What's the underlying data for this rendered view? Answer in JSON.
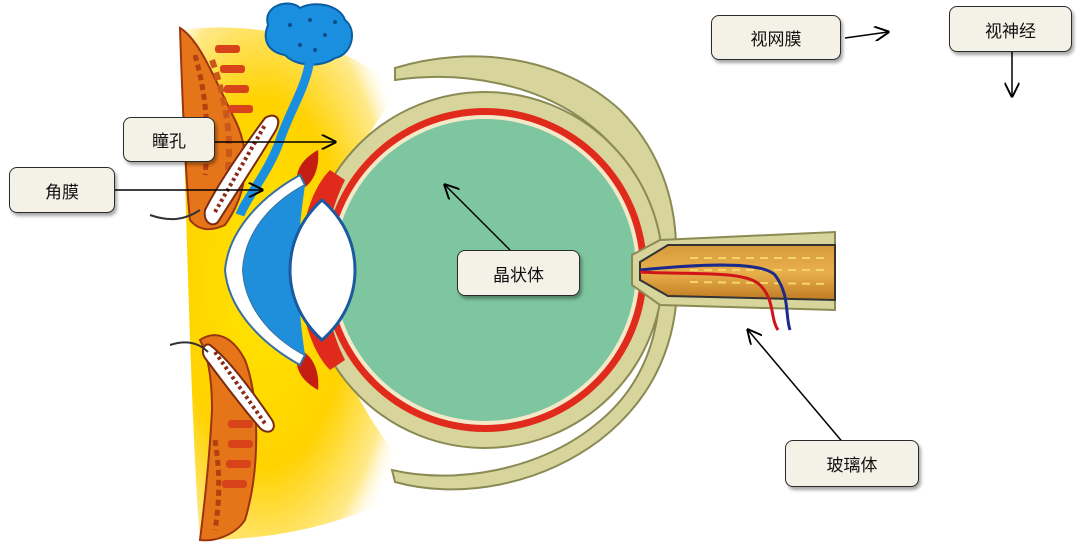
{
  "labels": {
    "retina": "视网膜",
    "optic_nerve": "视神经",
    "pupil": "瞳孔",
    "cornea": "角膜",
    "lens": "晶状体",
    "vitreous": "玻璃体"
  },
  "colors": {
    "sclera": "#d8d59c",
    "sclera_stroke": "#8a8a55",
    "choroid_red": "#e02a1c",
    "vitreous_green": "#7dc6a0",
    "cornea_blue": "#1f8fdc",
    "glow_yellow": "#ffd800",
    "glow_orange": "#f5a623",
    "nerve_brown": "#c8872a",
    "label_bg": "#f4f1e6"
  }
}
